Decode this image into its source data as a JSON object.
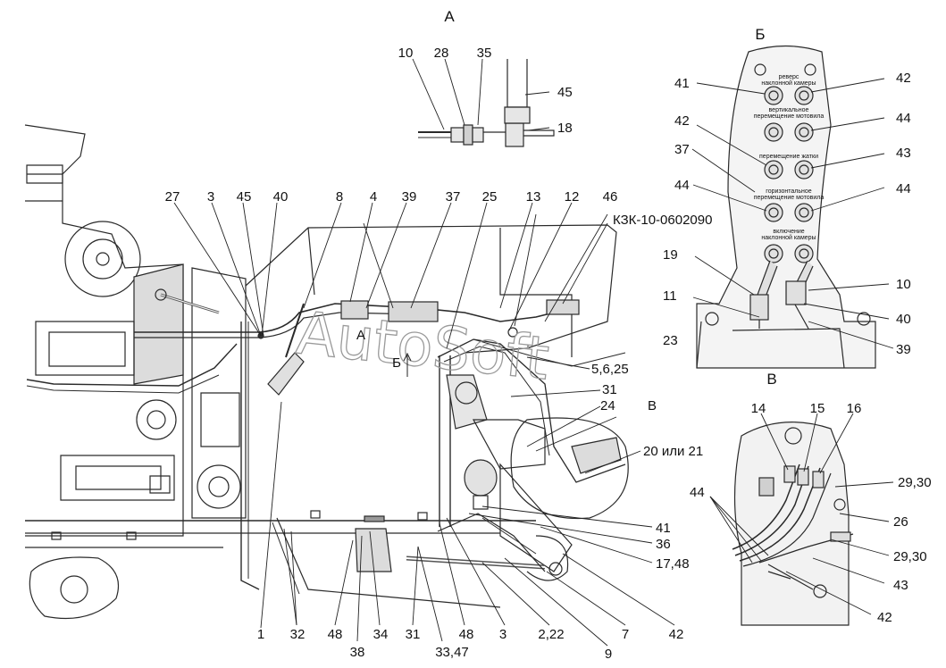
{
  "watermark": "AutoSoft",
  "sections": {
    "a": "А",
    "b": "Б",
    "v": "В"
  },
  "view_markers": {
    "a": "А",
    "b": "Б",
    "v": "В"
  },
  "kzk_label": "КЗК-10-0602090",
  "panel_b_captions": {
    "reverse_1": "реверс",
    "reverse_2": "наклонной камеры",
    "vert_1": "вертикальное",
    "vert_2": "перемещение мотовила",
    "katka": "перемещение жатки",
    "horiz_1": "горизонтальное",
    "horiz_2": "перемещение мотовила",
    "incl_1": "включение",
    "incl_2": "наклонной камеры"
  },
  "callouts_a": {
    "c10": "10",
    "c28": "28",
    "c35": "35",
    "c45": "45",
    "c18": "18"
  },
  "callouts_b": {
    "c41": "41",
    "c42a": "42",
    "c42b": "42",
    "c44a": "44",
    "c37": "37",
    "c43": "43",
    "c44b": "44",
    "c44c": "44",
    "c19": "19",
    "c10": "10",
    "c11": "11",
    "c40": "40",
    "c23": "23",
    "c39": "39"
  },
  "callouts_v": {
    "c14": "14",
    "c15": "15",
    "c16": "16",
    "c29a": "29,30",
    "c44": "44",
    "c26": "26",
    "c29b": "29,30",
    "c43": "43",
    "c42": "42"
  },
  "callouts_main_top": {
    "c27": "27",
    "c3": "3",
    "c45": "45",
    "c40": "40",
    "c8": "8",
    "c4": "4",
    "c39": "39",
    "c37": "37",
    "c25": "25",
    "c13": "13",
    "c12": "12",
    "c46": "46"
  },
  "callouts_main_right": {
    "c5625": "5,6,25",
    "c31": "31",
    "c24": "24",
    "c2021": "20 или 21",
    "c41": "41",
    "c36": "36",
    "c1748": "17,48"
  },
  "callouts_main_bottom": {
    "c1": "1",
    "c32": "32",
    "c48a": "48",
    "c38": "38",
    "c34": "34",
    "c31": "31",
    "c3347": "33,47",
    "c48b": "48",
    "c3": "3",
    "c222": "2,22",
    "c9": "9",
    "c7": "7",
    "c42": "42"
  }
}
